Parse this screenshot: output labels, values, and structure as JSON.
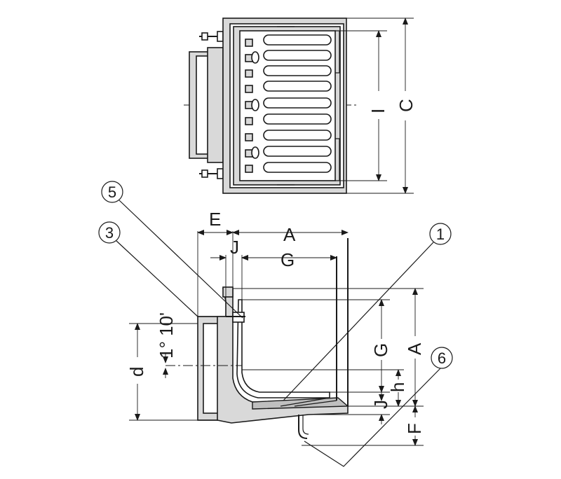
{
  "labels": {
    "A_top": "A",
    "A_right": "A",
    "C": "C",
    "I": "I",
    "E": "E",
    "J_top": "J",
    "J_right": "J",
    "G_top": "G",
    "G_right": "G",
    "d": "d",
    "h": "h",
    "F": "F",
    "slope": "1° 10'"
  },
  "callouts": {
    "c1": "1",
    "c3": "3",
    "c5": "5",
    "c6": "6"
  }
}
